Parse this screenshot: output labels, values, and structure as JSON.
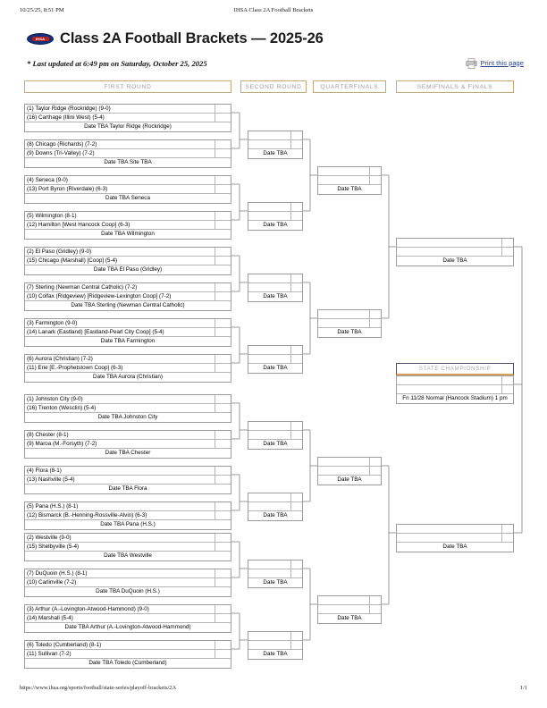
{
  "print_header": {
    "timestamp": "10/25/25, 8:51 PM",
    "doc_title": "IHSA Class 2A Football Brackets"
  },
  "print_footer": {
    "url": "https://www.ihsa.org/sports/football/state-series/playoff-brackets/2A",
    "page": "1/1"
  },
  "header": {
    "logo_text": "IHSA",
    "title": "Class 2A Football Brackets — 2025-26",
    "updated": "* Last updated at 6:49 pm on Saturday, October 25, 2025",
    "print_link_label": "Print this page",
    "printer_icon": "printer-icon"
  },
  "colors": {
    "round_header_border": "#c7a77d",
    "round_header_text": "#9a9a9a",
    "box_border": "#9c9c9c",
    "inner_line": "#b5b5b5",
    "champ_border": "#4b4b6b",
    "champ_accent": "#d8a15a",
    "link": "#2a3f8f",
    "logo_blue": "#16307a",
    "logo_red": "#b32222"
  },
  "round_headers": [
    {
      "label": "FIRST ROUND"
    },
    {
      "label": "SECOND ROUND"
    },
    {
      "label": "QUARTERFINALS"
    },
    {
      "label": "SEMIFINALS & FINALS"
    }
  ],
  "labels": {
    "date_tba": "Date TBA",
    "state_championship": "STATE CHAMPIONSHIP",
    "championship_date": "Fri 11/28 Normal (Hancock Stadium) 1 pm"
  },
  "first_round": [
    {
      "top": "(1) Taylor Ridge (Rockridge) (9-0)",
      "bottom": "(16) Carthage (Illini West) (5-4)",
      "date": "Date TBA Taylor Ridge (Rockridge)"
    },
    {
      "top": "(8) Chicago (Richards) (7-2)",
      "bottom": "(9) Downs (Tri-Valley) (7-2)",
      "date": "Date TBA Site TBA"
    },
    {
      "top": "(4) Seneca (9-0)",
      "bottom": "(13) Port Byron (Riverdale) (6-3)",
      "date": "Date TBA Seneca"
    },
    {
      "top": "(5) Wilmington (8-1)",
      "bottom": "(12) Hamilton [West Hancock Coop] (6-3)",
      "date": "Date TBA Wilmington"
    },
    {
      "top": "(2) El Paso (Gridley) (9-0)",
      "bottom": "(15) Chicago (Marshall) [Coop] (5-4)",
      "date": "Date TBA El Paso (Gridley)"
    },
    {
      "top": "(7) Sterling (Newman Central Catholic) (7-2)",
      "bottom": "(10) Colfax (Ridgeview) [Ridgeview-Lexington Coop] (7-2)",
      "date": "Date TBA Sterling (Newman Central Catholic)"
    },
    {
      "top": "(3) Farmington (9-0)",
      "bottom": "(14) Lanark (Eastland) [Eastland-Pearl City Coop] (5-4)",
      "date": "Date TBA Farmington"
    },
    {
      "top": "(6) Aurora (Christian) (7-2)",
      "bottom": "(11) Erie [E.-Prophetstown Coop] (6-3)",
      "date": "Date TBA Aurora (Christian)"
    },
    {
      "top": "(1) Johnston City (9-0)",
      "bottom": "(16) Trenton (Wesclin) (5-4)",
      "date": "Date TBA Johnston City"
    },
    {
      "top": "(8) Chester (8-1)",
      "bottom": "(9) Maroa (M.-Forsyth) (7-2)",
      "date": "Date TBA Chester"
    },
    {
      "top": "(4) Flora (8-1)",
      "bottom": "(13) Nashville (5-4)",
      "date": "Date TBA Flora"
    },
    {
      "top": "(5) Pana (H.S.) (8-1)",
      "bottom": "(12) Bismarck (B.-Henning-Rossville-Alvin) (6-3)",
      "date": "Date TBA Pana (H.S.)"
    },
    {
      "top": "(2) Westville (9-0)",
      "bottom": "(15) Shelbyville (5-4)",
      "date": "Date TBA Westville"
    },
    {
      "top": "(7) DuQuoin (H.S.) (8-1)",
      "bottom": "(10) Carlinville (7-2)",
      "date": "Date TBA DuQuoin (H.S.)"
    },
    {
      "top": "(3) Arthur (A.-Lovington-Atwood-Hammond) (9-0)",
      "bottom": "(14) Marshall (5-4)",
      "date": "Date TBA Arthur (A.-Lovington-Atwood-Hammond)"
    },
    {
      "top": "(6) Toledo (Cumberland) (8-1)",
      "bottom": "(11) Sullivan (7-2)",
      "date": "Date TBA Toledo (Cumberland)"
    }
  ],
  "second_round": [
    {
      "top": "",
      "bottom": "",
      "date": "Date TBA"
    },
    {
      "top": "",
      "bottom": "",
      "date": "Date TBA"
    },
    {
      "top": "",
      "bottom": "",
      "date": "Date TBA"
    },
    {
      "top": "",
      "bottom": "",
      "date": "Date TBA"
    },
    {
      "top": "",
      "bottom": "",
      "date": "Date TBA"
    },
    {
      "top": "",
      "bottom": "",
      "date": "Date TBA"
    },
    {
      "top": "",
      "bottom": "",
      "date": "Date TBA"
    },
    {
      "top": "",
      "bottom": "",
      "date": "Date TBA"
    }
  ],
  "quarterfinals": [
    {
      "top": "",
      "bottom": "",
      "date": "Date TBA"
    },
    {
      "top": "",
      "bottom": "",
      "date": "Date TBA"
    },
    {
      "top": "",
      "bottom": "",
      "date": "Date TBA"
    },
    {
      "top": "",
      "bottom": "",
      "date": "Date TBA"
    }
  ],
  "semifinals": [
    {
      "top": "",
      "bottom": "",
      "date": "Date TBA"
    },
    {
      "top": "",
      "bottom": "",
      "date": "Date TBA"
    }
  ],
  "final": {
    "header": "STATE CHAMPIONSHIP",
    "top": "",
    "bottom": "",
    "date": "Fri 11/28 Normal (Hancock Stadium) 1 pm"
  }
}
